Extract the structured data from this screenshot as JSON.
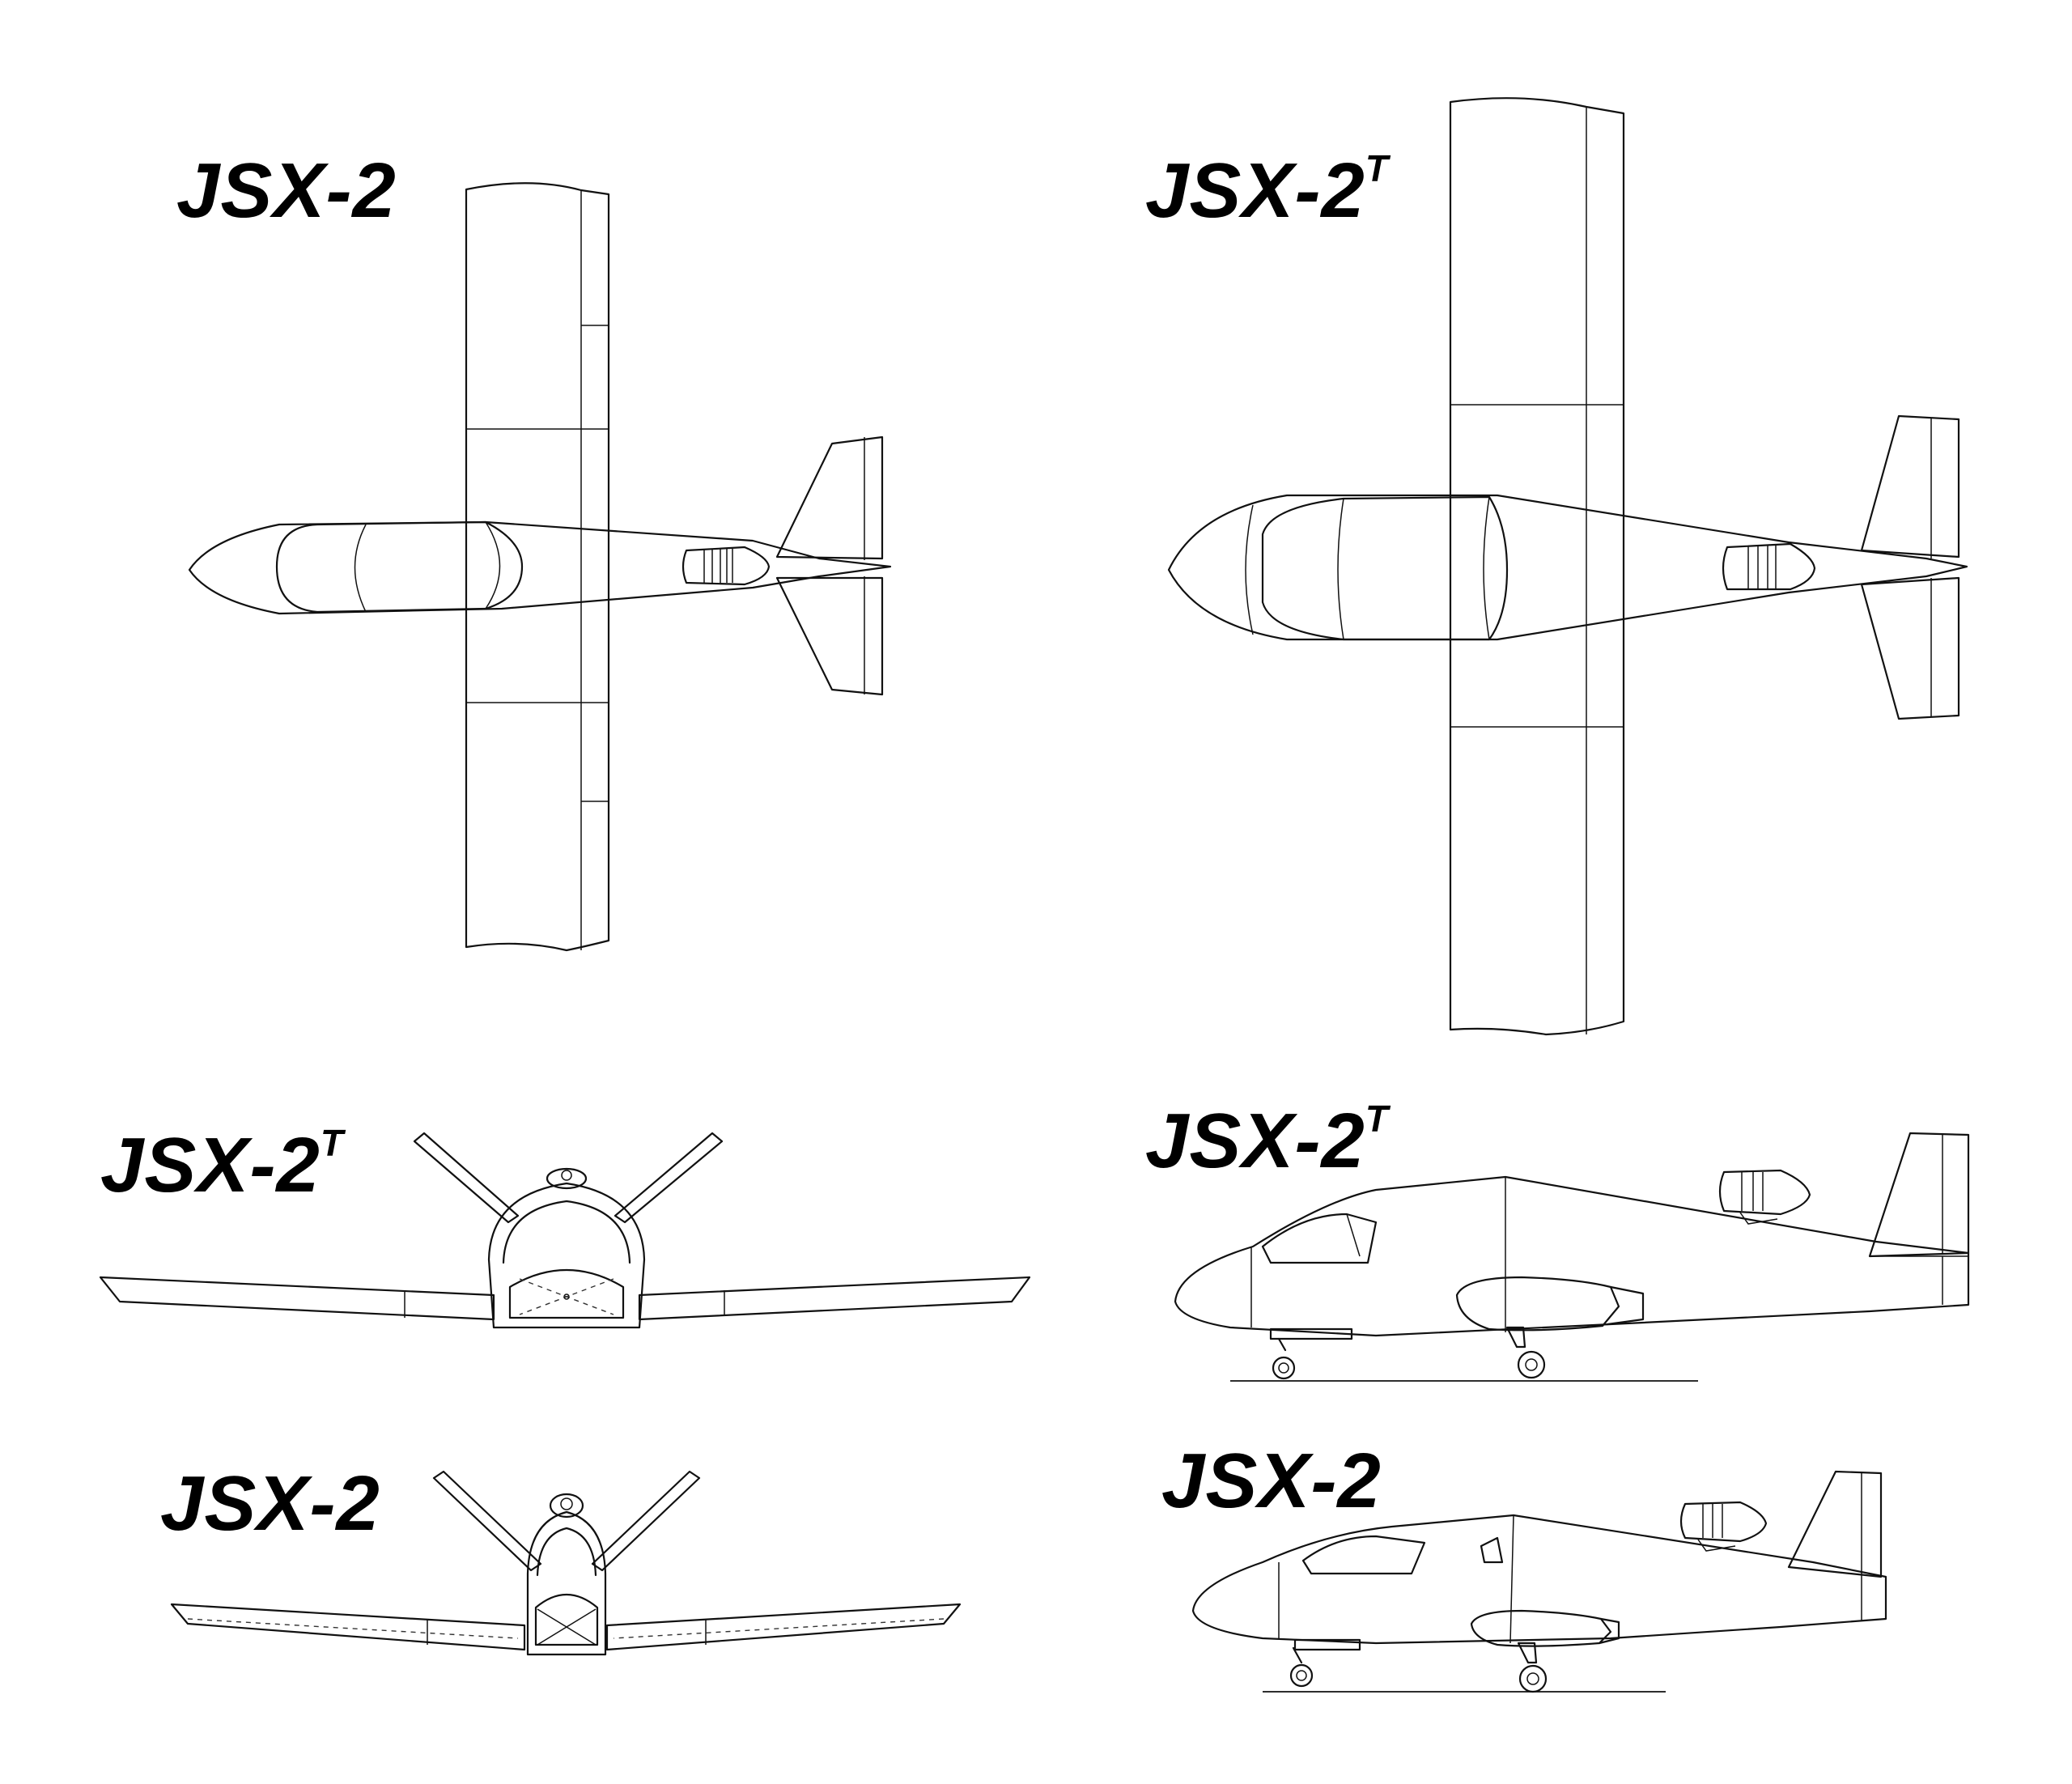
{
  "labels": {
    "top_left": {
      "base": "JSX-2",
      "sup": ""
    },
    "top_right": {
      "base": "JSX-2",
      "sup": "T"
    },
    "front_top": {
      "base": "JSX-2",
      "sup": "T"
    },
    "front_bottom": {
      "base": "JSX-2",
      "sup": ""
    },
    "side_top": {
      "base": "JSX-2",
      "sup": "T"
    },
    "side_bottom": {
      "base": "JSX-2",
      "sup": ""
    }
  },
  "colors": {
    "line": "#111111",
    "background": "#ffffff"
  }
}
